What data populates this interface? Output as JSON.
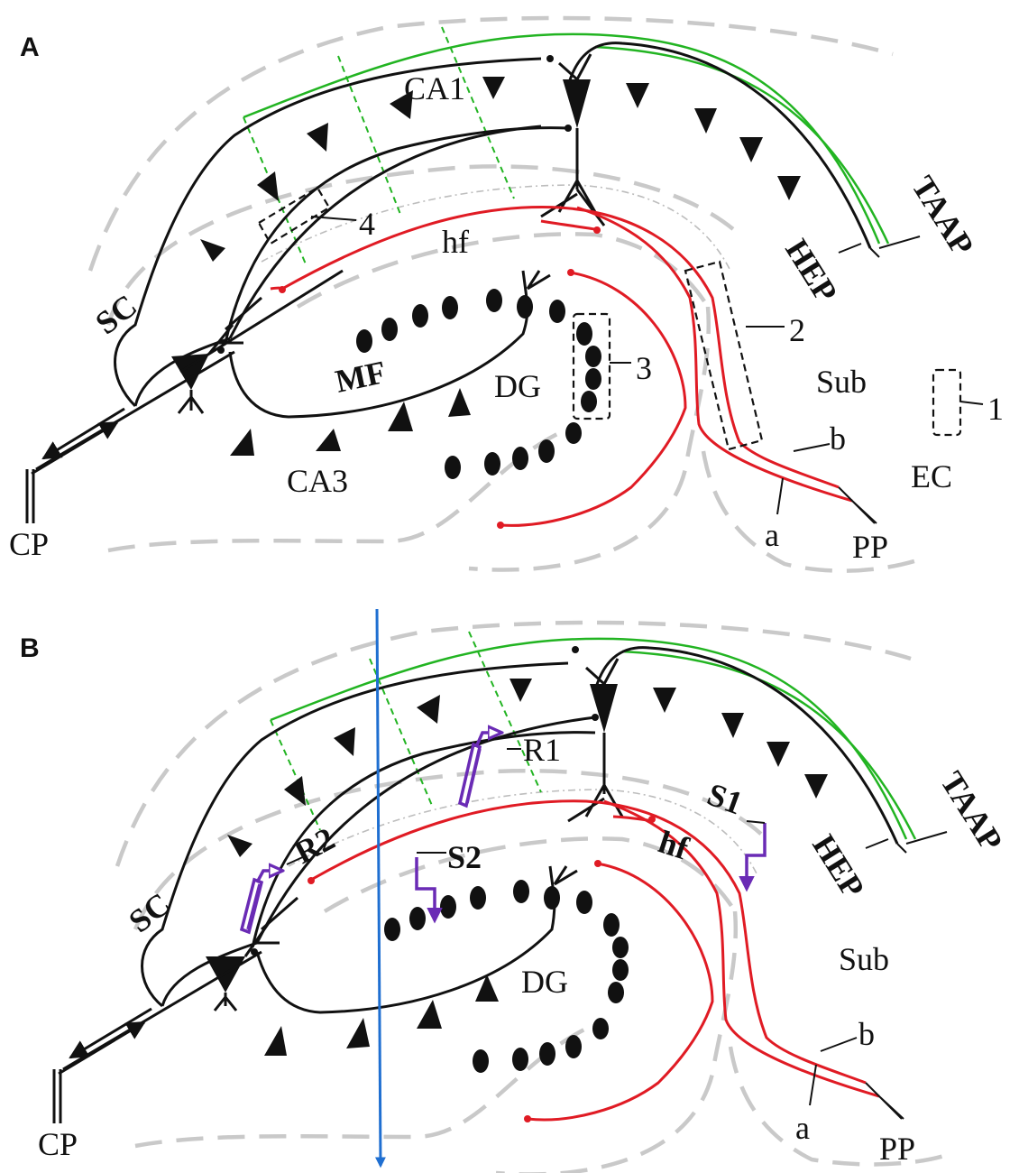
{
  "panels": [
    {
      "id": "A",
      "labels": {
        "panel": "A",
        "ca1": "CA1",
        "ca3": "CA3",
        "dg": "DG",
        "mf": "MF",
        "sc": "SC",
        "hf": "hf",
        "hep": "HEP",
        "taap": "TAAP",
        "sub": "Sub",
        "ec": "EC",
        "cp": "CP",
        "pp": "PP",
        "a": "a",
        "b": "b",
        "n1": "1",
        "n2": "2",
        "n3": "3",
        "n4": "4"
      }
    },
    {
      "id": "B",
      "labels": {
        "panel": "B",
        "dg": "DG",
        "sc": "SC",
        "hf": "hf",
        "hep": "HEP",
        "taap": "TAAP",
        "sub": "Sub",
        "cp": "CP",
        "pp": "PP",
        "a": "a",
        "b": "b",
        "r1": "R1",
        "r2": "R2",
        "s1": "S1",
        "s2": "S2"
      }
    }
  ],
  "colors": {
    "black": "#111111",
    "red": "#e01b24",
    "green": "#22b422",
    "gray": "#c9c9c9",
    "purple": "#6a2bb5",
    "blue": "#1f6fd1"
  }
}
